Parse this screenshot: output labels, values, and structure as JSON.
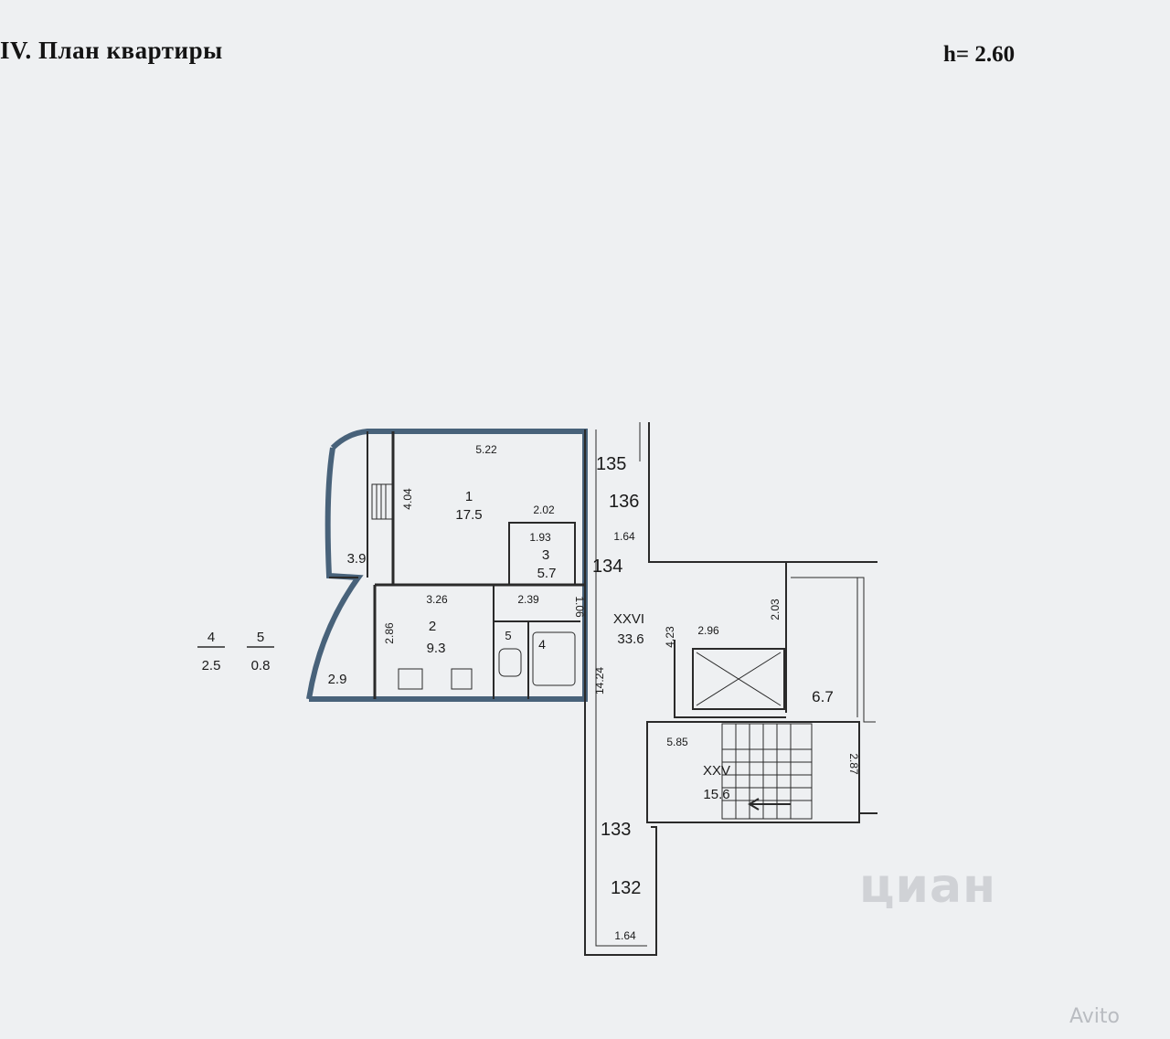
{
  "header": {
    "title": "IV. План квартиры",
    "ceiling_height": "h= 2.60"
  },
  "plan": {
    "rooms": {
      "r1_number": "1",
      "r1_area": "17.5",
      "r2_number": "2",
      "r2_area": "9.3",
      "r3_number": "3",
      "r3_area": "5.7",
      "r4_number": "4",
      "r4_area": "2.5",
      "r5_number": "5",
      "r5_area": "0.8",
      "hall_number": "XXVI",
      "hall_area": "33.6",
      "stair_number": "XXV",
      "stair_area": "15.6",
      "side_area": "6.7"
    },
    "dimensions": {
      "d_522": "5.22",
      "d_404": "4.04",
      "d_202": "2.02",
      "d_193": "1.93",
      "d_164a": "1.64",
      "d_39": "3.9",
      "d_326": "3.26",
      "d_239": "2.39",
      "d_106": "1.06",
      "d_286": "2.86",
      "d_29": "2.9",
      "d_4": "4",
      "d_5": "5",
      "d_1424": "14.24",
      "d_423": "4.23",
      "d_296": "2.96",
      "d_203": "2.03",
      "d_585": "5.85",
      "d_287": "2.87",
      "d_164b": "1.64"
    },
    "apartments": {
      "a135": "135",
      "a136": "136",
      "a134": "134",
      "a133": "133",
      "a132": "132"
    }
  },
  "watermarks": {
    "cian": "циан",
    "avito": "Avito"
  }
}
